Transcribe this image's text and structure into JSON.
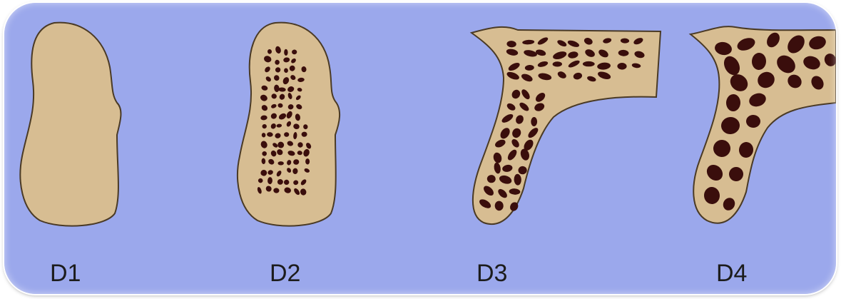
{
  "labels": {
    "d1": "D1",
    "d2": "D2",
    "d3": "D3",
    "d4": "D4"
  },
  "colors": {
    "background": "#9ba8ec",
    "bone": "#d7bd92",
    "outline": "#4a3a25",
    "pores": "#3a0e0c"
  }
}
